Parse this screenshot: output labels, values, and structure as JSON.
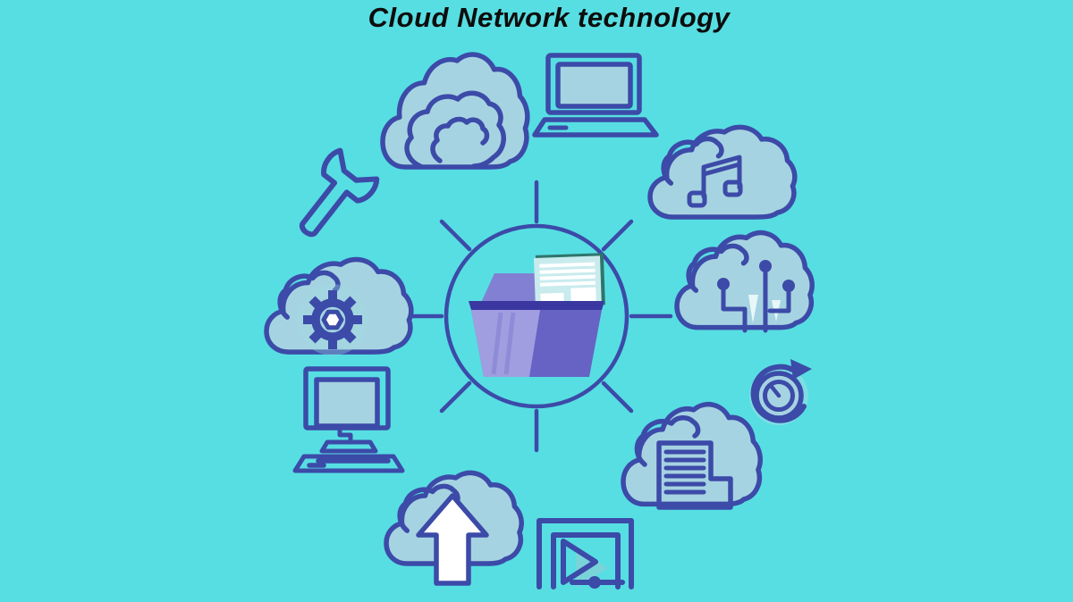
{
  "title": "Cloud Network technology",
  "colors": {
    "bg": "#57DEE2",
    "outline": "#3C4AA8",
    "cloud": "#A6D3E1",
    "halo": "#9FDDE3",
    "folder_dark": "#6663C4",
    "folder_light": "#A09EE0",
    "folder_stripe": "#8E8CD6",
    "folder_flap": "#8280D2",
    "folder_rim": "#3A38A0",
    "doc_paper": "#C9EBEE",
    "doc_edge": "#2E756C",
    "title_color": "#0D0D0D"
  },
  "hub": {
    "name": "shared-folder-hub",
    "icon": "folder-with-document-icon",
    "spoke_count": 8
  },
  "nodes": [
    {
      "id": "layered-cloud",
      "icon": "cloud-layers-icon"
    },
    {
      "id": "laptop",
      "icon": "laptop-icon"
    },
    {
      "id": "music-cloud",
      "icon": "cloud-music-icon"
    },
    {
      "id": "network-cloud",
      "icon": "cloud-connections-icon"
    },
    {
      "id": "timer",
      "icon": "timer-refresh-icon"
    },
    {
      "id": "document-cloud",
      "icon": "cloud-document-icon"
    },
    {
      "id": "video-player",
      "icon": "video-player-icon"
    },
    {
      "id": "upload-cloud",
      "icon": "cloud-upload-icon"
    },
    {
      "id": "desktop-computer",
      "icon": "desktop-computer-icon"
    },
    {
      "id": "settings-cloud",
      "icon": "cloud-gear-icon"
    },
    {
      "id": "wrench",
      "icon": "wrench-icon"
    }
  ]
}
